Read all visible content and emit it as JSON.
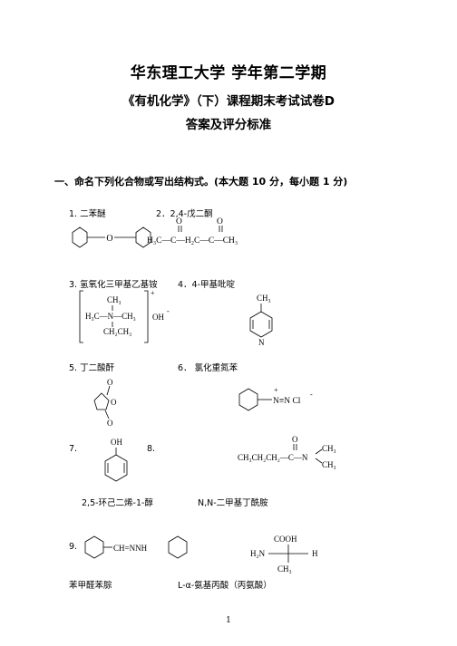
{
  "header": {
    "title": "华东理工大学      学年第二学期",
    "subtitle": "《有机化学》（下）课程期末考试试卷D",
    "answer_heading": "答案及评分标准"
  },
  "section": {
    "heading": "一、命名下列化合物或写出结构式。(本大题 10 分，每小题 1 分)"
  },
  "questions": {
    "q1": "1. 二苯醚",
    "q2": "2．2,4-戊二酮",
    "q3": "3. 氢氧化三甲基乙基铵",
    "q4": "4．4-甲基吡啶",
    "q5": "5. 丁二酸酐",
    "q6": "6．   氯化重氮苯",
    "q7": "7.",
    "q8": "8.",
    "a7": "2,5-环己二烯-1-醇",
    "a8": "N,N-二甲基丁酰胺",
    "q9": "9.",
    "a9": "苯甲醛苯腙",
    "a10": "L-α-氨基丙酸（丙氨酸）"
  },
  "structures": {
    "ether_o": "O",
    "dione_left": "H₃C—C—H₂C—C—CH₃",
    "carbonyl_o": "O",
    "ammonium_top": "CH₃",
    "ammonium_mid": "H₃C—N—CH₃",
    "ammonium_bottom": "CH₂CH₃",
    "ammonium_plus": "+",
    "hydroxide": "OH",
    "hydroxide_minus": "-",
    "picoline_me": "CH₃",
    "picoline_n": "N",
    "anhydride_o": "O",
    "diazonium": "N≡N Cl",
    "diazonium_plus": "+",
    "diazonium_minus": "-",
    "phenol_oh": "OH",
    "amide_chain": "CH₃CH₂CH₂—C—N",
    "amide_o": "O",
    "amide_me": "CH₃",
    "hydrazone": "CH=NNH",
    "cooh": "COOH",
    "h2n": "H₂N",
    "h": "H",
    "ala_me": "CH₃"
  },
  "page_number": "1"
}
